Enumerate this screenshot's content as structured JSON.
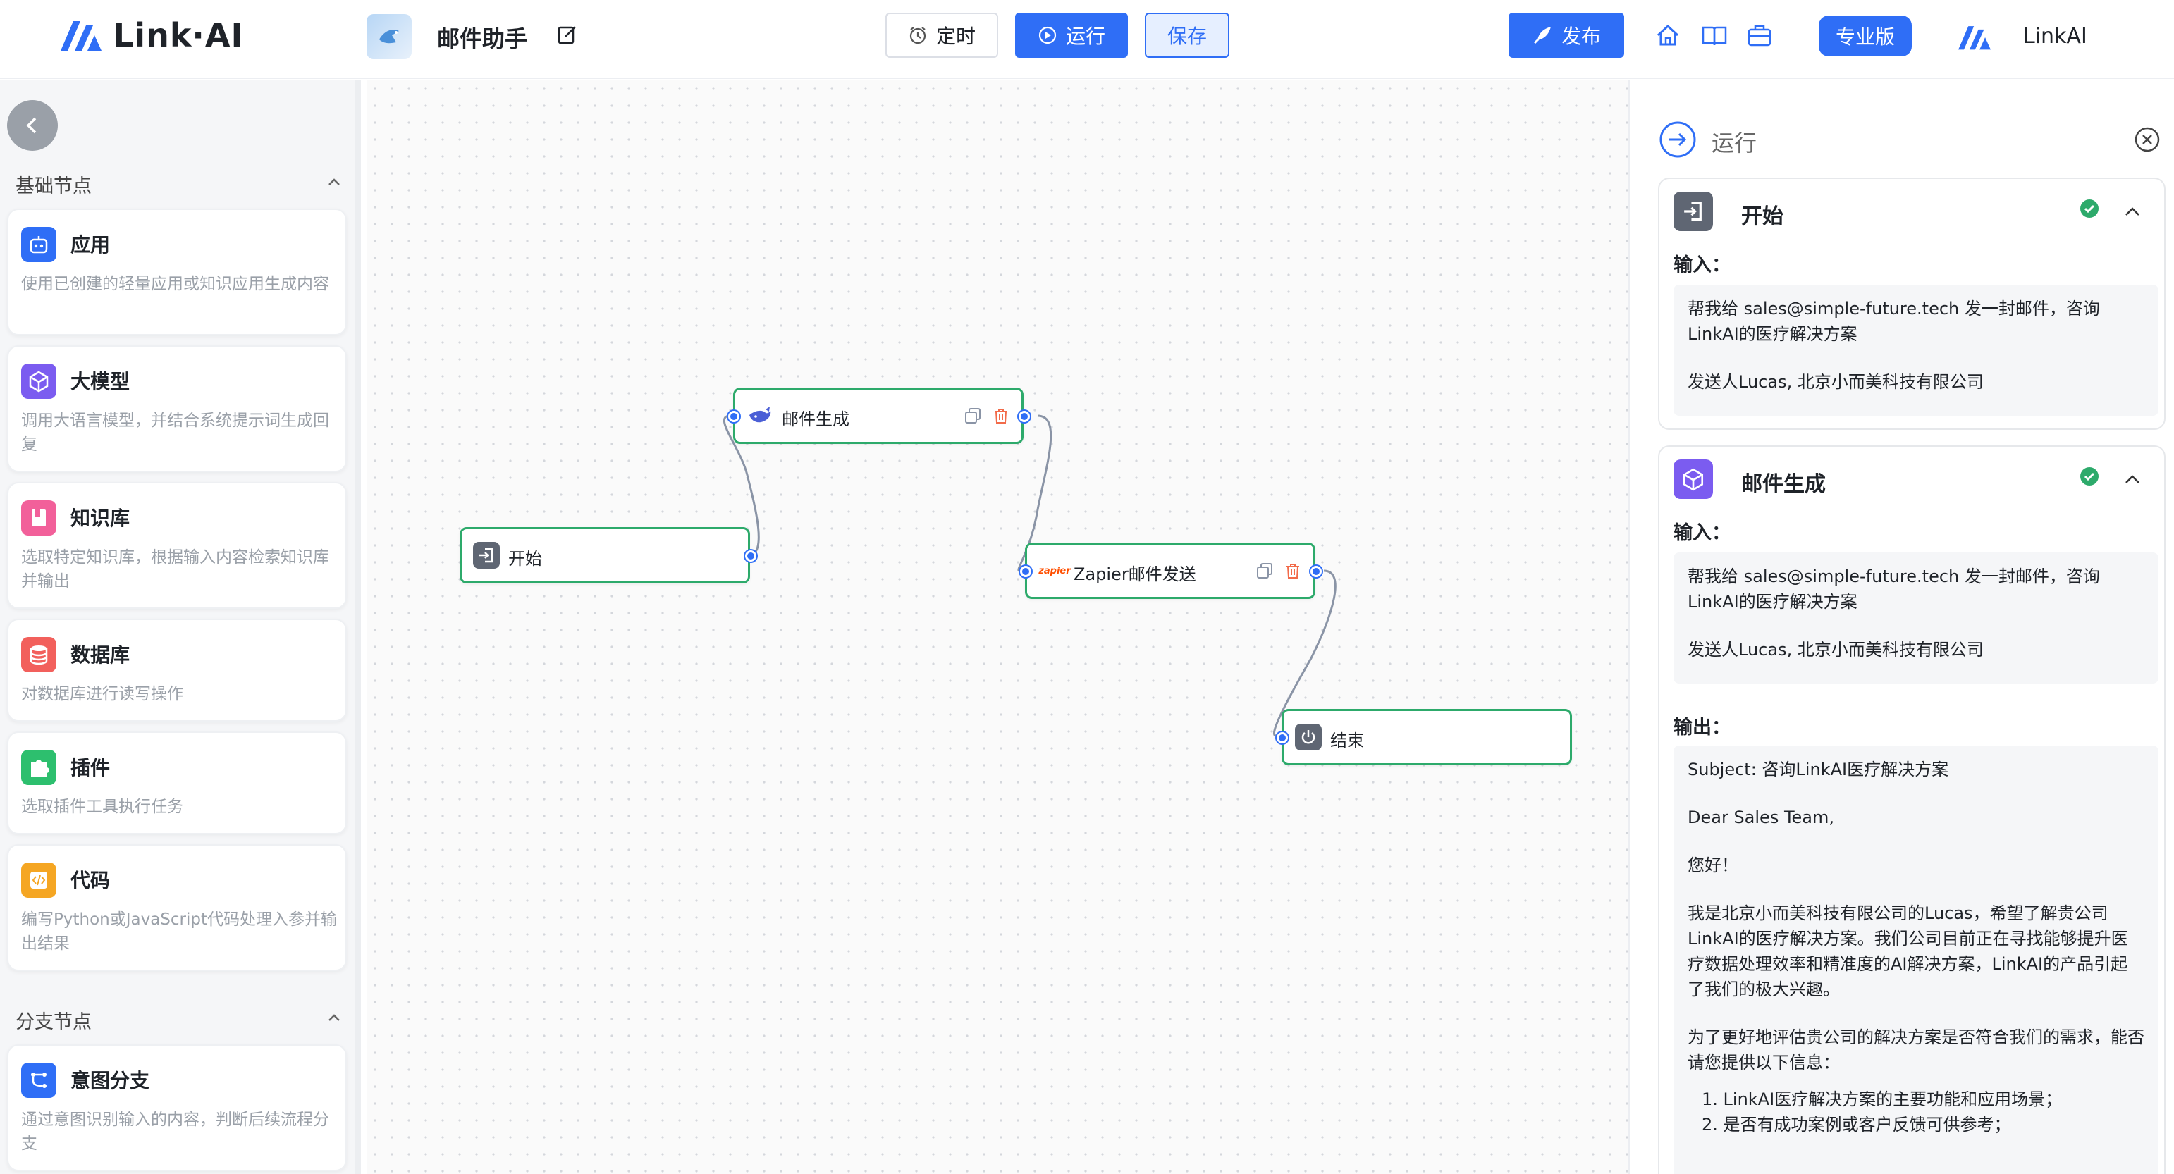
{
  "header": {
    "brand": "Link·AI",
    "app_title": "邮件助手",
    "timer_label": "定时",
    "run_label": "运行",
    "save_label": "保存",
    "publish_label": "发布",
    "pro_label": "专业版",
    "user_name": "LinkAI",
    "brand_color": "#2f6ef6"
  },
  "sidebar": {
    "sections": [
      {
        "title": "基础节点"
      },
      {
        "title": "分支节点"
      }
    ],
    "items": [
      {
        "title": "应用",
        "desc": "使用已创建的轻量应用或知识应用生成内容",
        "icon": "robot-icon",
        "color": "#2f6ef6"
      },
      {
        "title": "大模型",
        "desc": "调用大语言模型，并结合系统提示词生成回复",
        "icon": "cube-icon",
        "color": "#7b5cf0"
      },
      {
        "title": "知识库",
        "desc": "选取特定知识库，根据输入内容检索知识库并输出",
        "icon": "book-icon",
        "color": "#f2609a"
      },
      {
        "title": "数据库",
        "desc": "对数据库进行读写操作",
        "icon": "database-icon",
        "color": "#f2605c"
      },
      {
        "title": "插件",
        "desc": "选取插件工具执行任务",
        "icon": "puzzle-icon",
        "color": "#2dbf6e"
      },
      {
        "title": "代码",
        "desc": "编写Python或JavaScript代码处理入参并输出结果",
        "icon": "code-icon",
        "color": "#f5a623"
      },
      {
        "title": "意图分支",
        "desc": "通过意图识别输入的内容，判断后续流程分支",
        "icon": "branch-icon",
        "color": "#2f6ef6"
      }
    ]
  },
  "canvas": {
    "nodes": [
      {
        "id": "start",
        "label": "开始",
        "icon": "enter-icon"
      },
      {
        "id": "email-gen",
        "label": "邮件生成",
        "icon": "whale-icon"
      },
      {
        "id": "zapier",
        "label": "Zapier邮件发送",
        "icon": "zapier-icon",
        "icon_text": "zapier"
      },
      {
        "id": "end",
        "label": "结束",
        "icon": "power-icon"
      }
    ]
  },
  "run_panel": {
    "title": "运行",
    "input_label": "输入：",
    "output_label": "输出：",
    "cards": [
      {
        "title": "开始",
        "input": [
          "帮我给 sales@simple-future.tech 发一封邮件，咨询LinkAI的医疗解决方案",
          "发送人Lucas, 北京小而美科技有限公司"
        ]
      },
      {
        "title": "邮件生成",
        "input": [
          "帮我给 sales@simple-future.tech 发一封邮件，咨询LinkAI的医疗解决方案",
          "发送人Lucas, 北京小而美科技有限公司"
        ],
        "output": [
          "Subject: 咨询LinkAI医疗解决方案",
          "Dear Sales Team,",
          "您好！",
          "我是北京小而美科技有限公司的Lucas，希望了解贵公司LinkAI的医疗解决方案。我们公司目前正在寻找能够提升医疗数据处理效率和精准度的AI解决方案，LinkAI的产品引起了我们的极大兴趣。",
          "为了更好地评估贵公司的解决方案是否符合我们的需求，能否请您提供以下信息：",
          "1. LinkAI医疗解决方案的主要功能和应用场景；",
          "2. 是否有成功案例或客户反馈可供参考；"
        ]
      }
    ]
  }
}
